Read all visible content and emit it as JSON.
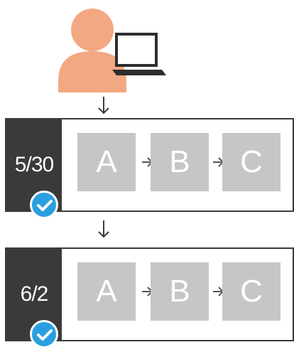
{
  "rows": [
    {
      "date": "5/30",
      "steps": [
        "A",
        "B",
        "C"
      ],
      "done": true
    },
    {
      "date": "6/2",
      "steps": [
        "A",
        "B",
        "C"
      ],
      "done": true
    }
  ],
  "icons": [
    "user-icon",
    "laptop-icon",
    "arrow-down-icon",
    "arrow-right-icon",
    "check-icon"
  ],
  "colors": {
    "user": "#f2a882",
    "tab": "#3a3a3a",
    "step": "#c6c6c6",
    "badge": "#2a9fe0",
    "border": "#3b3b3b"
  }
}
